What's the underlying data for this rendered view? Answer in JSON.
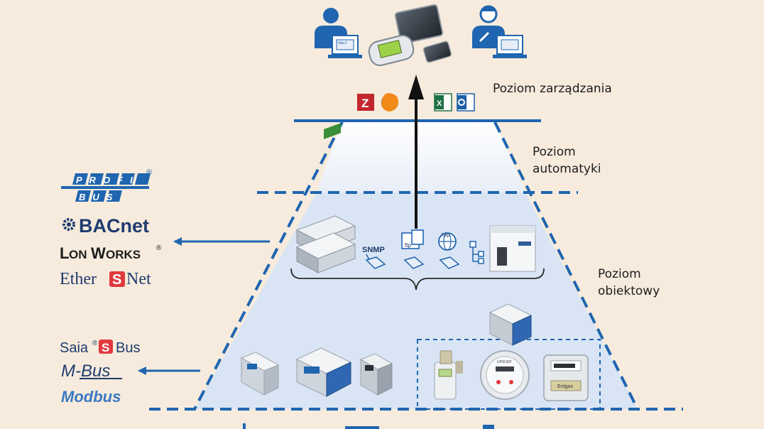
{
  "levels": {
    "management": "Poziom zarządzania",
    "automation_line1": "Poziom",
    "automation_line2": "automatyki",
    "field_line1": "Poziom",
    "field_line2": "obiektowy"
  },
  "protocols_upper": {
    "profibus_top": "PROFI",
    "profibus_bottom": "BUS",
    "profibus_reg": "®",
    "bacnet": "BACnet",
    "lonworks_l": "L",
    "lonworks_on": "ON",
    "lonworks_w": "W",
    "lonworks_orks": "ORKS",
    "lonworks_reg": "®",
    "ethersnet_pre": "Ether",
    "ethersnet_s": "S",
    "ethersnet_post": "Net"
  },
  "protocols_lower": {
    "saia_pre": "Saia",
    "saia_reg": "®",
    "saia_s": "S",
    "saia_post": "Bus",
    "mbus": "M-Bus",
    "modbus": "Modbus"
  },
  "services": {
    "snmp": "SNMP",
    "ftp": "ftp",
    "http": "http",
    "browser_url": "http://",
    "meter_brand": "Erdgas",
    "heat_meter_brand": "UPSCEP"
  },
  "colors": {
    "background": "#f6ebdd",
    "blue": "#1f65b0",
    "pyramid_light": "#f3f6fb",
    "pyramid_mid": "#d7e4f5",
    "saia_red": "#e03a3e"
  }
}
